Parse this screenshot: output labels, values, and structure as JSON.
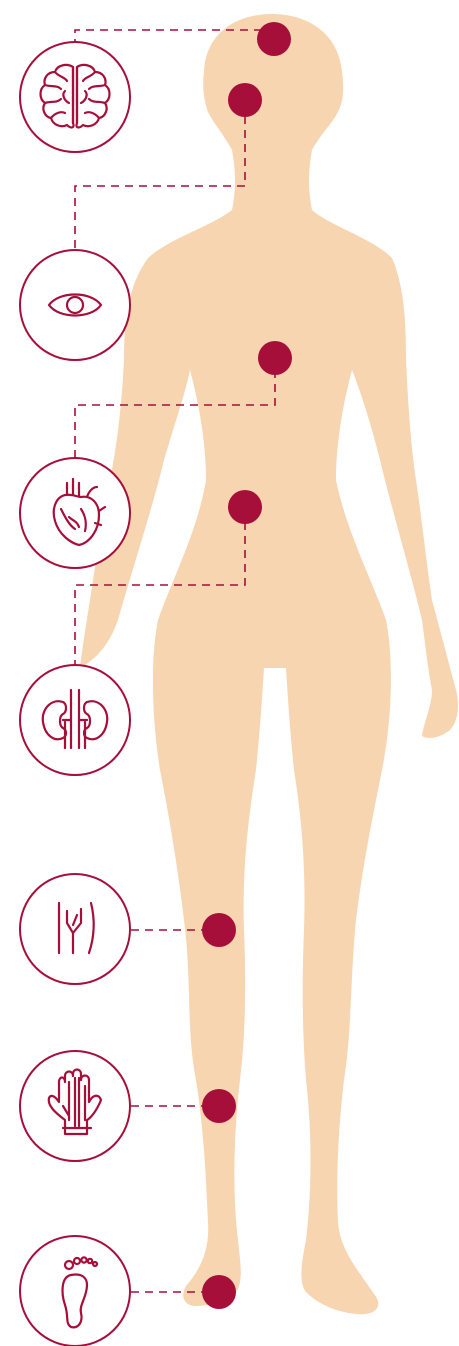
{
  "colors": {
    "accent": "#A60F3A",
    "skin": "#F7D5B1",
    "background": "#FFFFFF"
  },
  "icons": [
    {
      "id": "brain",
      "name": "brain-icon",
      "organ": "brain"
    },
    {
      "id": "eye",
      "name": "eye-icon",
      "organ": "eyes"
    },
    {
      "id": "heart",
      "name": "heart-icon",
      "organ": "heart"
    },
    {
      "id": "kidneys",
      "name": "kidneys-icon",
      "organ": "kidneys"
    },
    {
      "id": "vessels",
      "name": "blood-vessels-icon",
      "organ": "blood vessels"
    },
    {
      "id": "hand",
      "name": "hand-joints-icon",
      "organ": "hands"
    },
    {
      "id": "foot",
      "name": "foot-icon",
      "organ": "feet"
    }
  ]
}
